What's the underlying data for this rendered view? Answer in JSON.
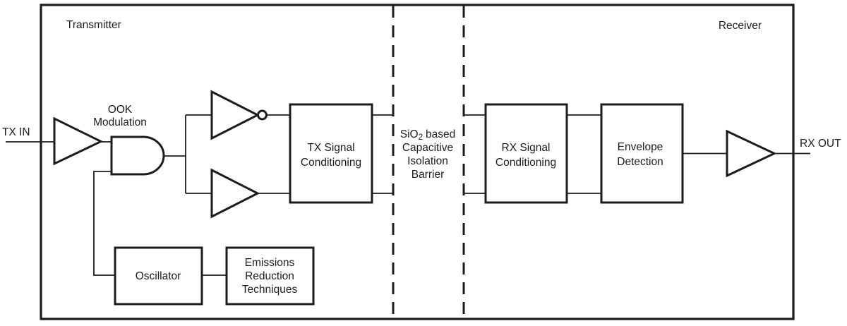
{
  "diagram": {
    "title_hint": "Isolator block diagram",
    "colors": {
      "stroke": "#1c1c1e",
      "background": "#ffffff"
    },
    "regions": {
      "transmitter_label": "Transmitter",
      "receiver_label": "Receiver"
    },
    "ports": {
      "tx_in": "TX IN",
      "rx_out": "RX OUT"
    },
    "ook": {
      "line1": "OOK",
      "line2": "Modulation"
    },
    "barrier": {
      "l1a": "SiO",
      "l1b": "2",
      "l1c": "based",
      "line2": "Capacitive",
      "line3": "Isolation",
      "line4": "Barrier"
    },
    "blocks": {
      "tx_signal": {
        "line1": "TX Signal",
        "line2": "Conditioning"
      },
      "rx_signal": {
        "line1": "RX Signal",
        "line2": "Conditioning"
      },
      "envelope": {
        "line1": "Envelope",
        "line2": "Detection"
      },
      "oscillator": {
        "line1": "Oscillator"
      },
      "emissions": {
        "line1": "Emissions",
        "line2": "Reduction",
        "line3": "Techniques"
      }
    }
  }
}
